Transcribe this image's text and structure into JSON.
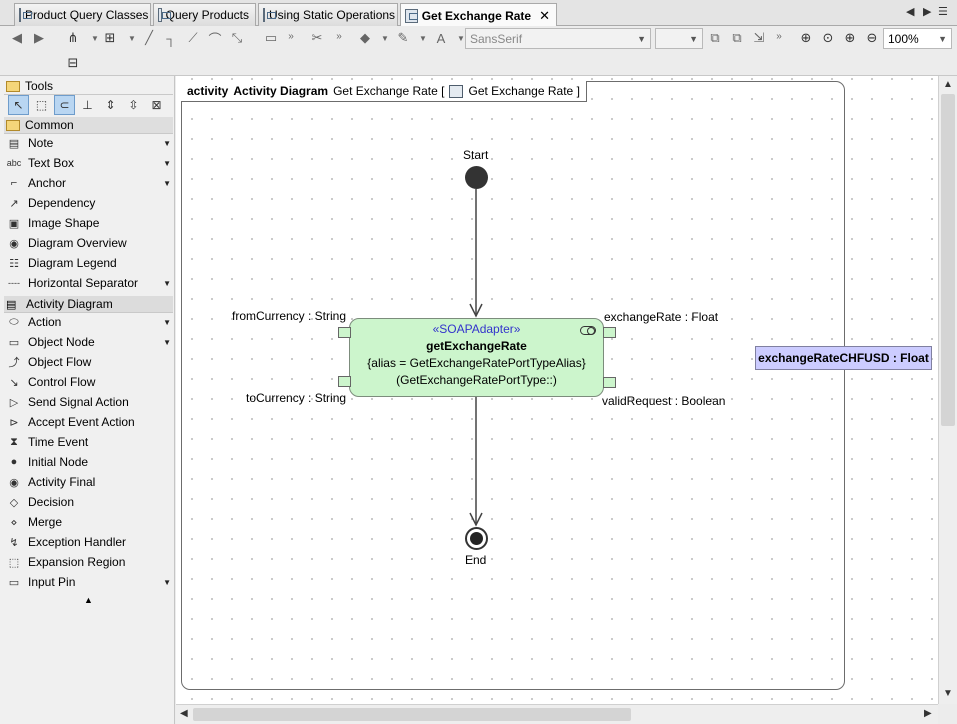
{
  "tabs": [
    {
      "label": "Product Query Classes",
      "active": false
    },
    {
      "label": "Query Products",
      "active": false
    },
    {
      "label": "Using Static Operations",
      "active": false
    },
    {
      "label": "Get Exchange Rate",
      "active": true
    }
  ],
  "toolbar": {
    "font_combo": "SansSerif",
    "size_combo": "",
    "zoom_combo": "100%"
  },
  "palette": {
    "tools_label": "Tools",
    "common_label": "Common",
    "common_items": [
      {
        "label": "Note",
        "icon": "note-icon",
        "dropdown": true
      },
      {
        "label": "Text Box",
        "icon": "textbox-icon",
        "dropdown": true
      },
      {
        "label": "Anchor",
        "icon": "anchor-icon",
        "dropdown": true
      },
      {
        "label": "Dependency",
        "icon": "dependency-icon",
        "dropdown": false
      },
      {
        "label": "Image Shape",
        "icon": "image-icon",
        "dropdown": false
      },
      {
        "label": "Diagram Overview",
        "icon": "overview-icon",
        "dropdown": false
      },
      {
        "label": "Diagram Legend",
        "icon": "legend-icon",
        "dropdown": false
      },
      {
        "label": "Horizontal Separator",
        "icon": "separator-icon",
        "dropdown": true
      }
    ],
    "activity_label": "Activity Diagram",
    "activity_items": [
      {
        "label": "Action",
        "icon": "action-icon",
        "dropdown": true
      },
      {
        "label": "Object Node",
        "icon": "object-node-icon",
        "dropdown": true
      },
      {
        "label": "Object Flow",
        "icon": "object-flow-icon",
        "dropdown": false
      },
      {
        "label": "Control Flow",
        "icon": "control-flow-icon",
        "dropdown": false
      },
      {
        "label": "Send Signal Action",
        "icon": "send-signal-icon",
        "dropdown": false
      },
      {
        "label": "Accept Event Action",
        "icon": "accept-event-icon",
        "dropdown": false
      },
      {
        "label": "Time Event",
        "icon": "hourglass-icon",
        "dropdown": false
      },
      {
        "label": "Initial Node",
        "icon": "initial-node-icon",
        "dropdown": false
      },
      {
        "label": "Activity Final",
        "icon": "activity-final-icon",
        "dropdown": false
      },
      {
        "label": "Decision",
        "icon": "decision-icon",
        "dropdown": false
      },
      {
        "label": "Merge",
        "icon": "merge-icon",
        "dropdown": false
      },
      {
        "label": "Exception Handler",
        "icon": "exception-icon",
        "dropdown": false
      },
      {
        "label": "Expansion Region",
        "icon": "expansion-region-icon",
        "dropdown": false
      },
      {
        "label": "Input Pin",
        "icon": "input-pin-icon",
        "dropdown": true
      }
    ]
  },
  "diagram": {
    "frame_kind": "activity",
    "frame_type": "Activity Diagram",
    "frame_name": "Get Exchange Rate",
    "frame_bracket_open": "[",
    "frame_ref": "Get Exchange Rate",
    "frame_bracket_close": "]",
    "start_label": "Start",
    "end_label": "End",
    "action": {
      "stereotype": "«SOAPAdapter»",
      "name": "getExchangeRate",
      "alias": "{alias = GetExchangeRatePortTypeAlias}",
      "owner": "(GetExchangeRatePortType::)"
    },
    "pins": {
      "in1": "fromCurrency : String",
      "in2": "toCurrency : String",
      "out1": "exchangeRate : Float",
      "out2": "validRequest : Boolean"
    },
    "object_node": "exchangeRateCHFUSD : Float"
  }
}
